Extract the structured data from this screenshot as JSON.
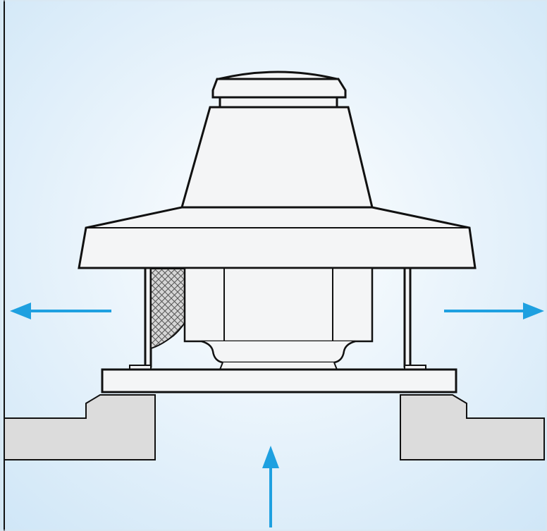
{
  "diagram": {
    "subject": "roof-fan",
    "colors": {
      "background_center": "#ffffff",
      "background_edge": "#cfe6f7",
      "outline": "#111111",
      "body_fill": "#f4f5f6",
      "mesh_fill": "#c9c9c9",
      "roof_fill": "#dcdcdc",
      "arrow": "#1ea0e0"
    },
    "arrows": [
      {
        "id": "exhaust-left",
        "direction": "left"
      },
      {
        "id": "exhaust-right",
        "direction": "right"
      },
      {
        "id": "intake-bottom",
        "direction": "up"
      }
    ]
  }
}
